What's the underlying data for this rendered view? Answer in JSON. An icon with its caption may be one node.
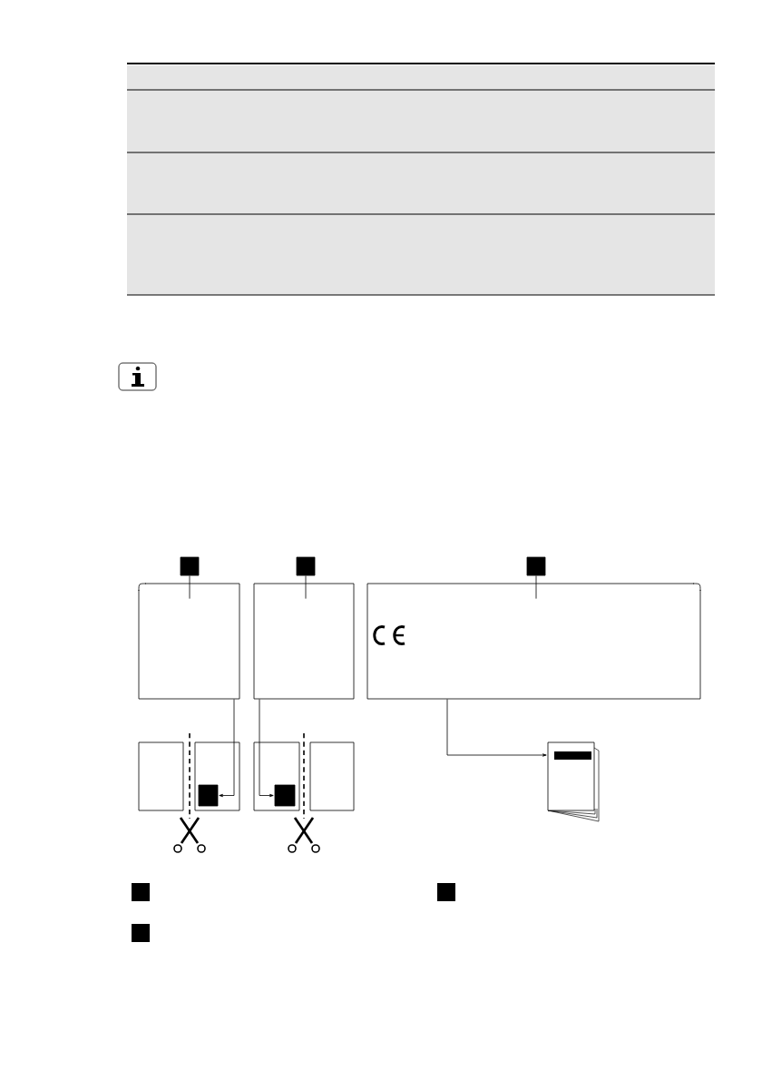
{
  "diagram": {
    "nodes": [
      {
        "text": [],
        "shape": "box"
      },
      {
        "text": [],
        "shape": "box"
      },
      {
        "text": [],
        "shape": "box"
      },
      {
        "text": [],
        "shape": "box"
      },
      {
        "text": [],
        "shape": "box"
      },
      {
        "text": [],
        "shape": "box"
      },
      {
        "text": [],
        "shape": "box"
      },
      {
        "text": [],
        "shape": "box"
      },
      {
        "text": [],
        "shape": "box",
        "in": 7
      },
      {
        "text": [],
        "shape": "box"
      },
      {
        "text": [],
        "shape": "box",
        "in": 9
      },
      {
        "text": [],
        "shape": "box"
      },
      {
        "text": [],
        "shape": "booklet"
      }
    ],
    "edges": [
      {
        "from": 0,
        "to": 3,
        "arrow": "none"
      },
      {
        "from": 1,
        "to": 4,
        "arrow": "none"
      },
      {
        "from": 2,
        "to": 5,
        "arrow": "none"
      },
      {
        "from": 3,
        "to": 8,
        "arrow": "to"
      },
      {
        "from": 4,
        "to": 10,
        "arrow": "to"
      },
      {
        "from": 5,
        "to": 12,
        "arrow": "to"
      }
    ]
  }
}
